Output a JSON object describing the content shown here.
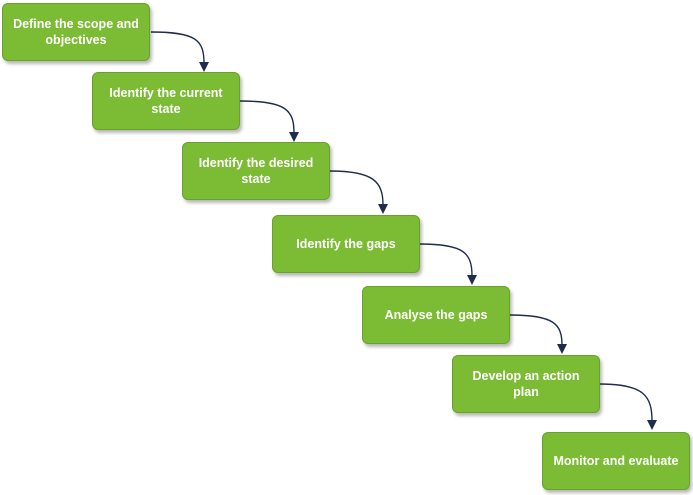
{
  "steps": [
    {
      "id": "scope",
      "label": "Define the scope and objectives"
    },
    {
      "id": "current",
      "label": "Identify the current state"
    },
    {
      "id": "desired",
      "label": "Identify the desired state"
    },
    {
      "id": "gaps",
      "label": "Identify the gaps"
    },
    {
      "id": "analyse",
      "label": "Analyse the gaps"
    },
    {
      "id": "plan",
      "label": "Develop an action plan"
    },
    {
      "id": "monitor",
      "label": "Monitor and evaluate"
    }
  ],
  "colors": {
    "box_fill": "#7cbb34",
    "box_text": "#ffffff",
    "connector": "#1f2d4d"
  }
}
